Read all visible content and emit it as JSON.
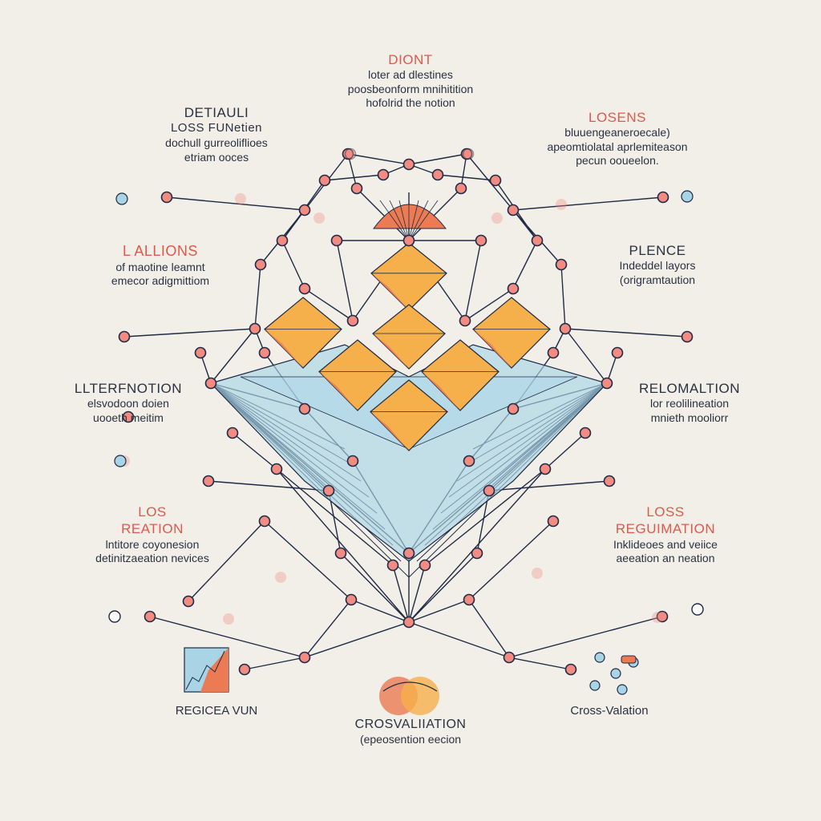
{
  "colors": {
    "background": "#f1efe8",
    "line": "#1f2a44",
    "node_fill": "#f28b82",
    "node_stroke": "#1f2a44",
    "accent_red": "#e0584a",
    "blue_fill": "#a9d4e6",
    "orange_fill": "#f6b04b",
    "orange_shade": "#ec7a52"
  },
  "labels": {
    "top": {
      "title": "DIONT",
      "lines": [
        "loter ad dlestines",
        "poosbeonform mnihitition",
        "hofolrid the notion"
      ]
    },
    "top_left": {
      "title": "DETIAULI",
      "lines": [
        "LOSS FUNetien",
        "dochull gurreoliflioes",
        "etriam ooces"
      ]
    },
    "top_right": {
      "title": "LOSENS",
      "lines": [
        "bluuengeaneroecale)",
        "apeomtiolatal aprlemiteason",
        "pecun ooueelon."
      ]
    },
    "mid_left": {
      "title": "L ALLIONS",
      "lines": [
        "of maotine leamnt",
        "emecor adigmittiom"
      ]
    },
    "mid_right": {
      "title": "PLENCE",
      "lines": [
        "Indeddel layors",
        "(origramtaution"
      ]
    },
    "center_left": {
      "title": "LLTERFNOTION",
      "lines": [
        "elsvodoon doien",
        "uooeth meitim"
      ]
    },
    "center_right": {
      "title": "RELOMALTION",
      "lines": [
        "lor reolilineation",
        "mnieth mooliorr"
      ]
    },
    "low_left": {
      "title_1": "LOS",
      "title_2": "REATION",
      "lines": [
        "lntitore coyonesion",
        "detinitzaeation nevices"
      ]
    },
    "low_right": {
      "title_1": "LOSS",
      "title_2": "REGUIMATION",
      "lines": [
        "Inklideoes and veiice",
        "aeeation an neation"
      ]
    },
    "bottom_left": {
      "title": "REGICEA VUN"
    },
    "bottom_center": {
      "title": "CROSVALIIATION",
      "lines": [
        "(epeosention eecion"
      ]
    },
    "bottom_right": {
      "title": "Cross-Valation"
    }
  }
}
